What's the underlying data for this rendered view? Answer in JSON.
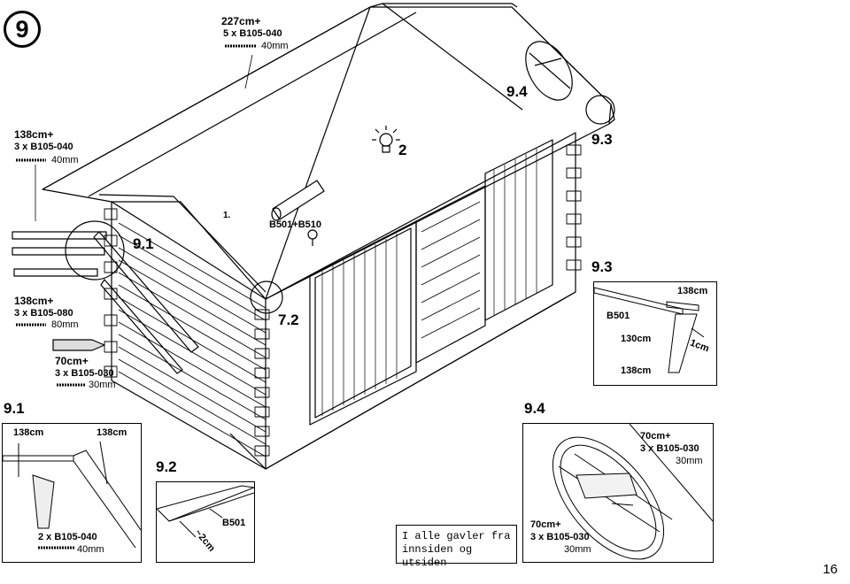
{
  "step": {
    "number": "9"
  },
  "instruction_groups": {
    "top": {
      "length": "227cm+",
      "qty": "5 x B105-040",
      "screw": "40mm"
    },
    "left_upper": {
      "length": "138cm+",
      "qty": "3 x B105-040",
      "screw": "40mm"
    },
    "left_lower": {
      "length": "138cm+",
      "qty": "3 x B105-080",
      "screw": "80mm"
    },
    "left_bottom": {
      "length": "70cm+",
      "qty": "3 x B105-030",
      "screw": "30mm"
    }
  },
  "main_labels": {
    "bulb_count": "2",
    "part_pipe": "B501+B510",
    "order_1": "1.",
    "ref_91": "9.1",
    "ref_72": "7.2",
    "ref_93": "9.3",
    "ref_94": "9.4"
  },
  "panel_93": {
    "title": "9.3",
    "board_label": "B501",
    "len_top": "138cm",
    "len_mid": "130cm",
    "len_bottom": "138cm",
    "offset": "1cm"
  },
  "panel_91": {
    "title": "9.1",
    "len_left": "138cm",
    "len_right": "138cm",
    "qty": "2 x B105-040",
    "screw": "40mm"
  },
  "panel_92": {
    "title": "9.2",
    "board_label": "B501",
    "offset": "~2cm"
  },
  "panel_94": {
    "title": "9.4",
    "top_length": "70cm+",
    "top_qty": "3 x B105-030",
    "top_screw": "30mm",
    "bottom_length": "70cm+",
    "bottom_qty": "3 x B105-030",
    "bottom_screw": "30mm"
  },
  "note": {
    "line1": "I alle gavler fra",
    "line2": "innsiden og utsiden"
  },
  "page_number": "16"
}
